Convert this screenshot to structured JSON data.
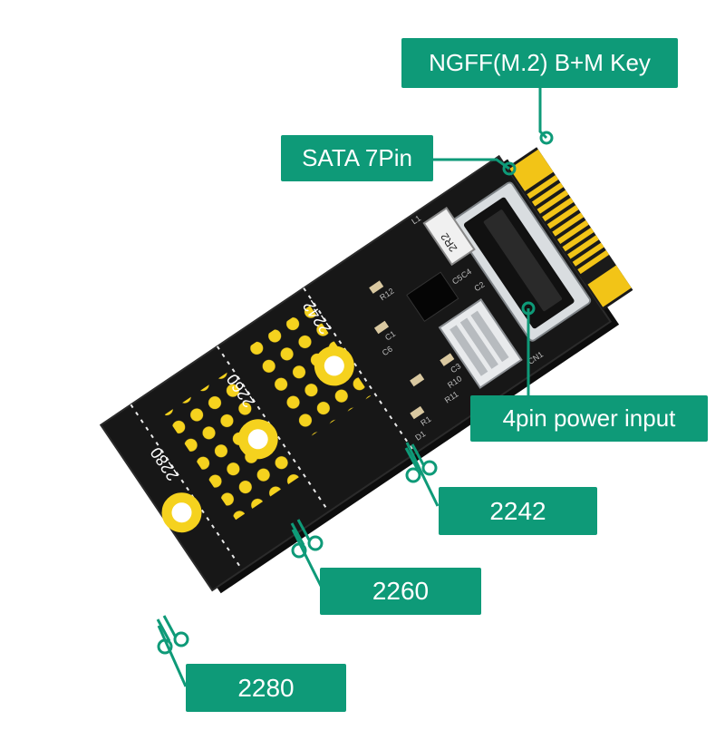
{
  "product": {
    "connector_key_label": "NGFF(M.2) B+M  Key",
    "sata_label": "SATA 7Pin",
    "power_label": "4pin power input",
    "length_labels": {
      "l2242": "2242",
      "l2260": "2260",
      "l2280": "2280"
    },
    "pcb_size_marks": {
      "s2242": "2242",
      "s2260": "2260",
      "s2280": "2280"
    },
    "silkscreen": {
      "inductor": "2R2",
      "l1": "L1",
      "r12": "R12",
      "c1": "C1",
      "c6": "C6",
      "c3": "C3",
      "r10": "R10",
      "r11": "R11",
      "r1": "R1",
      "d1": "D1",
      "c5": "C5",
      "c4": "C4",
      "c2": "C2",
      "cn1": "CN1"
    }
  },
  "colors": {
    "callout": "#0e9a78",
    "pcb": "#141414",
    "pad": "#f5d21e",
    "gold_finger": "#f2c417"
  }
}
